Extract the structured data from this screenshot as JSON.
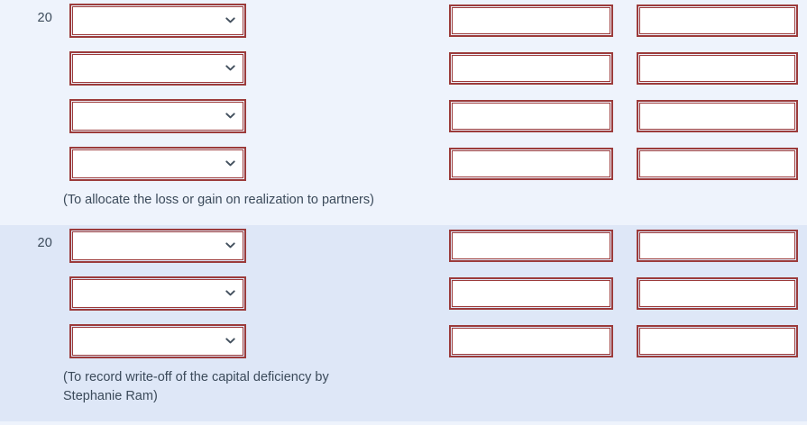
{
  "colors": {
    "band_light": "#eef3fc",
    "band_dark": "#dee7f7",
    "field_border": "#9c3b3b",
    "field_background": "#ffffff",
    "text": "#3b4a5a"
  },
  "icons": {
    "chevron_down": "chevron-down-icon"
  },
  "form": {
    "sections": [
      {
        "band": "light",
        "date_label": "20",
        "rows": [
          {
            "account_value": "",
            "account_placeholder": "",
            "debit_value": "",
            "credit_value": ""
          },
          {
            "account_value": "",
            "account_placeholder": "",
            "debit_value": "",
            "credit_value": ""
          },
          {
            "account_value": "",
            "account_placeholder": "",
            "debit_value": "",
            "credit_value": ""
          },
          {
            "account_value": "",
            "account_placeholder": "",
            "debit_value": "",
            "credit_value": ""
          }
        ],
        "caption_lines": [
          "(To allocate the loss or gain on realization to partners)"
        ]
      },
      {
        "band": "dark",
        "date_label": "20",
        "rows": [
          {
            "account_value": "",
            "account_placeholder": "",
            "debit_value": "",
            "credit_value": ""
          },
          {
            "account_value": "",
            "account_placeholder": "",
            "debit_value": "",
            "credit_value": ""
          },
          {
            "account_value": "",
            "account_placeholder": "",
            "debit_value": "",
            "credit_value": ""
          }
        ],
        "caption_lines": [
          "(To record write-off of the capital deficiency by",
          "Stephanie Ram)"
        ]
      }
    ]
  }
}
